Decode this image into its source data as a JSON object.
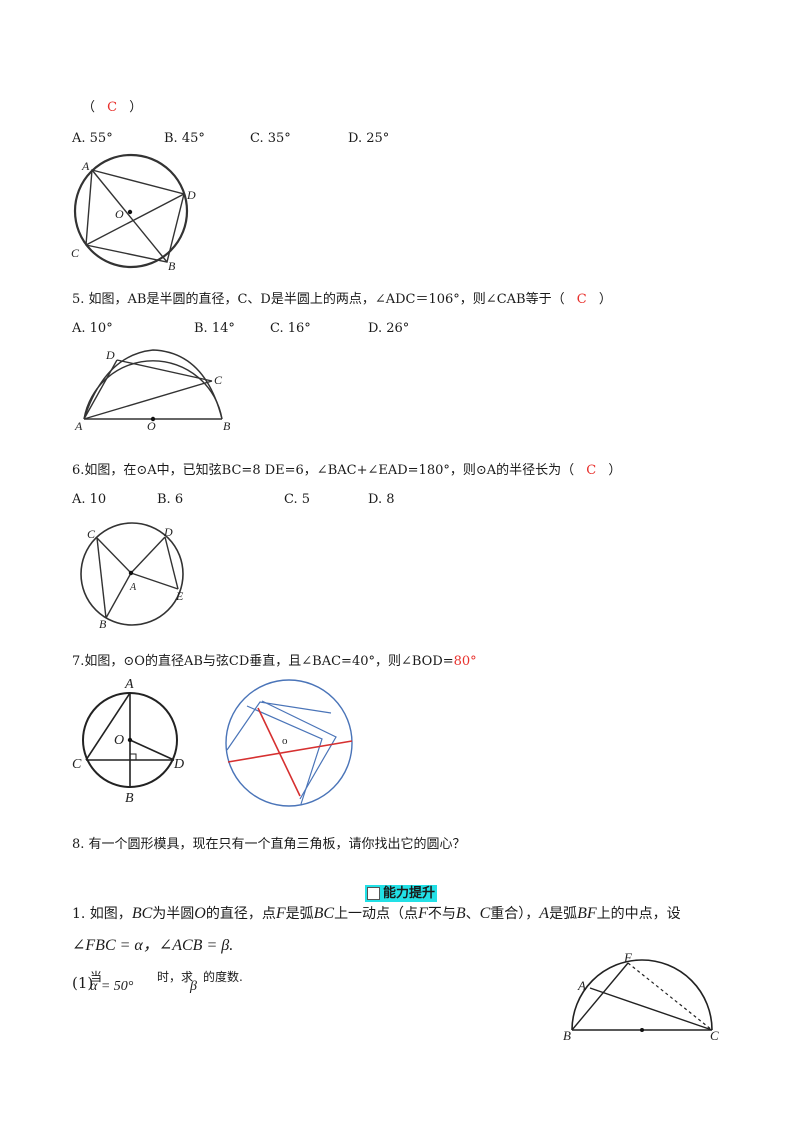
{
  "q4": {
    "paren_open": "（",
    "answer": "C",
    "paren_close": "）",
    "options": [
      "A. 55°",
      "B. 45°",
      "C. 35°",
      "D. 25°"
    ],
    "labels": {
      "A": "A",
      "D": "D",
      "O": "O",
      "C": "C",
      "B": "B"
    }
  },
  "q5": {
    "text": "5. 如图，AB是半圆的直径，C、D是半圆上的两点，∠ADC＝106°，则∠CAB等于（",
    "answer": "C",
    "paren_close": "）",
    "options": [
      "A. 10°",
      "B. 14°",
      "C. 16°",
      "D. 26°"
    ],
    "labels": {
      "D": "D",
      "C": "C",
      "A": "A",
      "O": "O",
      "B": "B"
    }
  },
  "q6": {
    "text": "6.如图，在⊙A中，已知弦BC=8  DE=6，∠BAC+∠EAD=180°，则⊙A的半径长为（",
    "answer": "C",
    "paren_close": "）",
    "options": [
      "A. 10",
      "B. 6",
      "C. 5",
      "D. 8"
    ],
    "labels": {
      "C": "C",
      "D": "D",
      "A": "A",
      "E": "E",
      "B": "B"
    }
  },
  "q7": {
    "text": "7.如图，⊙O的直径AB与弦CD垂直，且∠BAC=40°，则∠BOD=",
    "answer": "80°",
    "labels": {
      "A": "A",
      "O": "O",
      "C": "C",
      "D": "D",
      "B": "B",
      "o": "o"
    }
  },
  "q8": {
    "text": "8. 有一个圆形模具，现在只有一个直角三角板，请你找出它的圆心？"
  },
  "section": {
    "title": "能力提升"
  },
  "p1": {
    "line1_a": "1. 如图，",
    "BC": "BC",
    "line1_b": "为半圆",
    "O": "O",
    "line1_c": "的直径，点",
    "F": "F",
    "line1_d": "是弧",
    "BC2": "BC",
    "line1_e": "上一动点（点",
    "F2": "F",
    "line1_f": "不与",
    "B": "B",
    "line1_g": "、",
    "C": "C",
    "line1_h": "重合），",
    "A": "A",
    "line1_i": "是弧",
    "BF": "BF",
    "line1_j": "上的中点，设",
    "line2": "∠FBC = α，∠ACB = β.",
    "sub_num": "(1)",
    "sub_dang": "当",
    "sub_cond": "α = 50°",
    "sub_shi": "时，求",
    "sub_beta": "β",
    "sub_end": "的度数.",
    "labels": {
      "F": "F",
      "A": "A",
      "B": "B",
      "C": "C"
    }
  }
}
